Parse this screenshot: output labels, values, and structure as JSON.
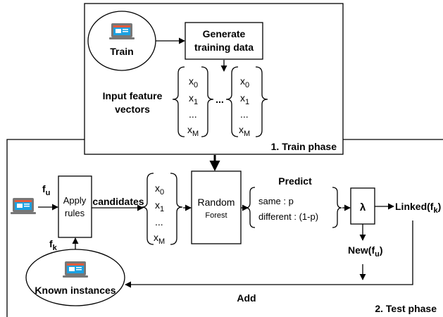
{
  "train_phase": {
    "phase_label": "1. Train phase",
    "train_node": "Train",
    "generate_box": [
      "Generate",
      "training data"
    ],
    "input_feature_label": [
      "Input feature",
      "vectors"
    ],
    "vector_a": [
      "x0",
      "x1",
      "...",
      "xM"
    ],
    "vector_b": [
      "x0",
      "x1",
      "...",
      "xM"
    ],
    "ellipsis": "..."
  },
  "test_phase": {
    "phase_label": "2. Test phase",
    "fu": "f",
    "fu_sub": "u",
    "fk": "f",
    "fk_sub": "k",
    "apply_rules": [
      "Apply",
      "rules"
    ],
    "candidates": "candidates",
    "vector": [
      "x0",
      "x1",
      "...",
      "xM"
    ],
    "random_forest": [
      "Random",
      "Forest"
    ],
    "predict_title": "Predict",
    "predict_lines": [
      "same : p",
      "different : (1-p)"
    ],
    "lambda": "λ",
    "linked": "Linked(f",
    "linked_sub": "k",
    "linked_end": ")",
    "new": "New(f",
    "new_sub": "u",
    "new_end": ")",
    "add": "Add",
    "known_instances": "Known instances"
  },
  "icon_colors": {
    "frame": "#666666",
    "screen": "#1ba1e2",
    "bar": "#e35a3b"
  }
}
